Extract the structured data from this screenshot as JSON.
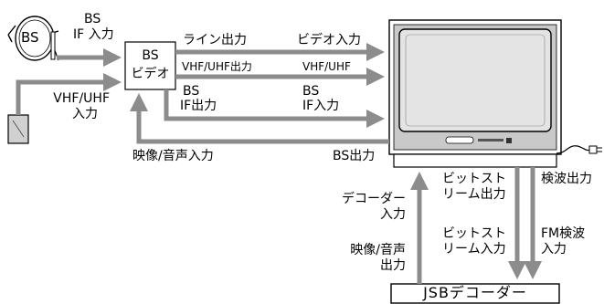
{
  "dish": {
    "logo_text": "BS",
    "out_label_line1": "BS",
    "out_label_line2": "IF 入力"
  },
  "bs_video_box": {
    "line1": "BS",
    "line2": "ビデオ"
  },
  "vhf_source": {
    "label_line1": "VHF/UHF",
    "label_line2": "入力"
  },
  "connections": {
    "line_out": "ライン出力",
    "video_in": "ビデオ入力",
    "vhf_uhf_out": "VHF/UHF出力",
    "vhf_uhf": "VHF/UHF",
    "bs_if_out_line1": "BS",
    "bs_if_out_line2": "IF出力",
    "bs_if_in_line1": "BS",
    "bs_if_in_line2": "IF入力",
    "av_in": "映像/音声入力",
    "bs_out": "BS出力"
  },
  "decoder_links": {
    "decoder_in_line1": "デコーダー",
    "decoder_in_line2": "入力",
    "av_out_line1": "映像/音声",
    "av_out_line2": "出力",
    "bitstream_out_line1": "ビットスト",
    "bitstream_out_line2": "リーム出力",
    "bitstream_in_line1": "ビットスト",
    "bitstream_in_line2": "リーム入力",
    "detect_out": "検波出力",
    "fm_detect_in_line1": "FM検波",
    "fm_detect_in_line2": "入力"
  },
  "decoder_box": {
    "label": "JSBデコーダー"
  }
}
